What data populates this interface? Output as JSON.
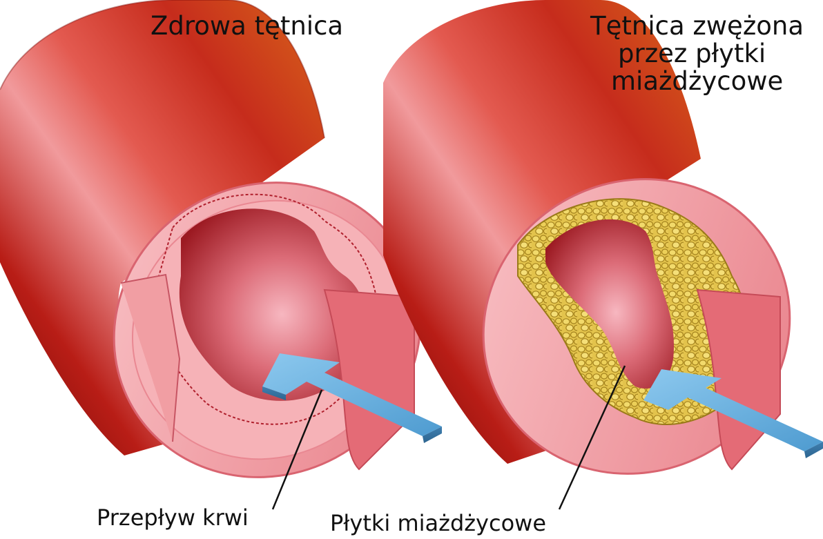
{
  "panels": {
    "healthy": {
      "title": "Zdrowa tętnica"
    },
    "narrowed": {
      "title_lines": [
        "Tętnica zwężona",
        "przez płytki",
        "miażdżycowe"
      ]
    }
  },
  "labels": {
    "blood_flow": "Przepływ krwi",
    "plaques": "Płytki miażdżycowe"
  },
  "colors": {
    "artery_outer": "#b81d16",
    "artery_dark": "#7a0d0a",
    "artery_highlight": "#f4a3a6",
    "vessel_wall": "#f3a9ad",
    "lumen": "#c8303a",
    "plaque": "#e2c24a",
    "plaque_edge": "#9a7a18",
    "flow_arrow": "#6cb3e0"
  }
}
